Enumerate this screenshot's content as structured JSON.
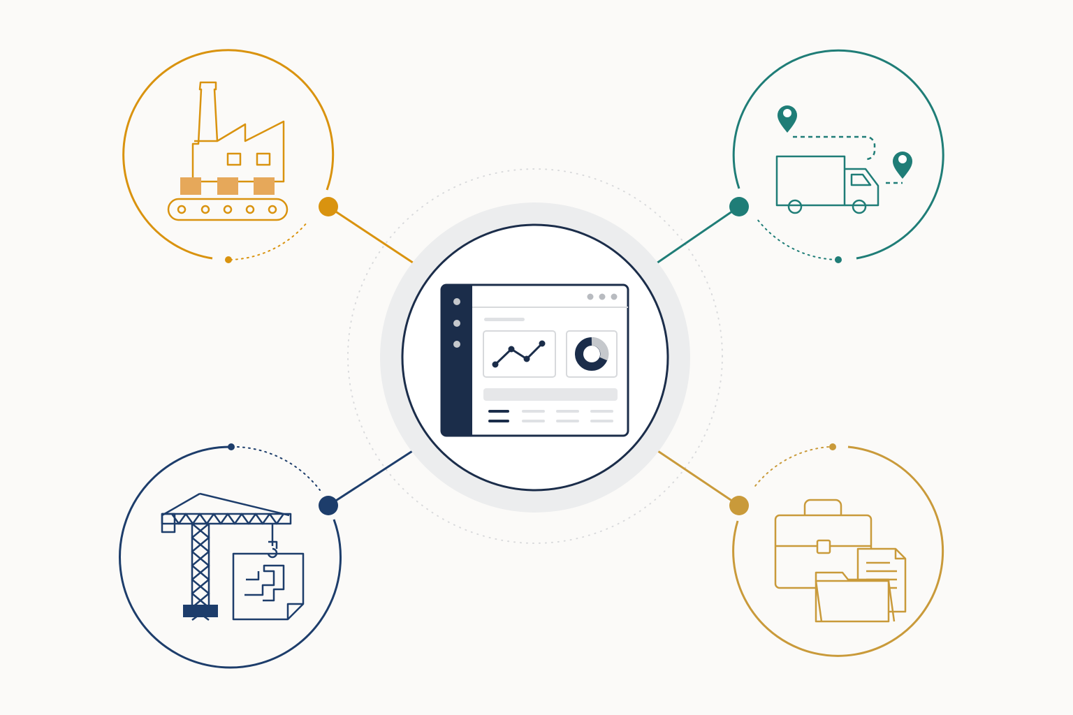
{
  "diagram": {
    "type": "hub-and-spoke",
    "hub": {
      "icon": "dashboard-window-icon",
      "sub_icons": [
        "line-chart-icon",
        "donut-chart-icon"
      ]
    },
    "spokes": [
      {
        "position": "top-left",
        "icon": "factory-conveyor-icon",
        "color": "#d9930f"
      },
      {
        "position": "top-right",
        "icon": "delivery-truck-route-icon",
        "color": "#1f7d77"
      },
      {
        "position": "bottom-left",
        "icon": "construction-crane-blueprint-icon",
        "color": "#1d3d6b"
      },
      {
        "position": "bottom-right",
        "icon": "briefcase-documents-icon",
        "color": "#c99a3a"
      }
    ]
  },
  "colors": {
    "background": "#fbfaf8",
    "hub_outline": "#1b2d4a",
    "hub_halo": "#ecedee",
    "dashboard_sidebar": "#1b2d4a",
    "muted_gray": "#c5c8cc"
  }
}
